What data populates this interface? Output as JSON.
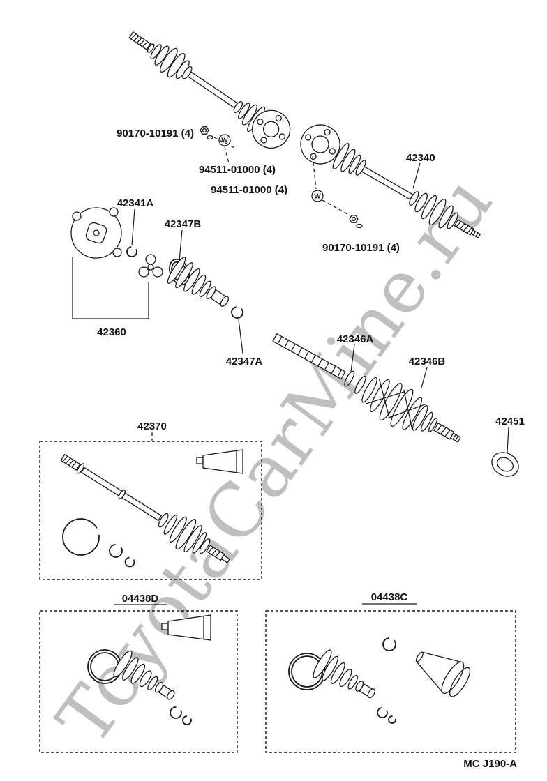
{
  "page": {
    "watermark": "ToyotaCarMine.ru",
    "footer_code": "MC J190-A"
  },
  "labels": {
    "nut_top": "90170-10191 (4)",
    "washer_top": "94511-01000 (4)",
    "washer_mid": "94511-01000 (4)",
    "nut_mid": "90170-10191 (4)",
    "axle_rh": "42340",
    "snap_ring": "42341A",
    "clamp_inner": "42347B",
    "inboard_joint": "42360",
    "clamp_outer": "42347A",
    "shaft_clamp": "42346A",
    "outboard_joint": "42346B",
    "dust_cover": "42451",
    "axle_kit": "42370",
    "boot_kit_lh": "04438D",
    "boot_kit_rh": "04438C",
    "washer_symbol": "W"
  },
  "colors": {
    "line": "#1a1a1a",
    "watermark": "#bfbfbf"
  }
}
